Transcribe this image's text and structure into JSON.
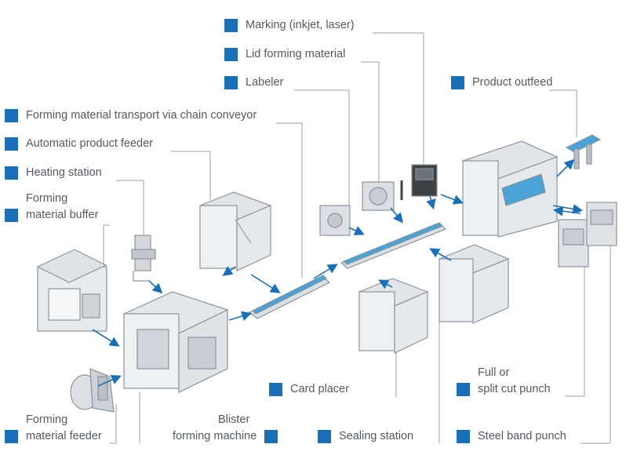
{
  "colors": {
    "accent": "#1a6fb7",
    "leader": "#9aa0a6",
    "text": "#555a60",
    "machine_frame": "#c9ced3",
    "flow_arrow": "#1a6fb7"
  },
  "labels": {
    "marking": "Marking (inkjet, laser)",
    "lid_forming_material": "Lid forming material",
    "labeler": "Labeler",
    "product_outfeed": "Product outfeed",
    "forming_material_transport": "Forming material transport via chain conveyor",
    "automatic_product_feeder": "Automatic product feeder",
    "heating_station": "Heating station",
    "forming_material_buffer": [
      "Forming",
      "material buffer"
    ],
    "card_placer": "Card placer",
    "full_or_split_cut_punch": [
      "Full or",
      "split cut punch"
    ],
    "forming_material_feeder": [
      "Forming",
      "material feeder"
    ],
    "blister_forming_machine": [
      "Blister",
      "forming machine"
    ],
    "sealing_station": "Sealing station",
    "steel_band_punch": "Steel band punch"
  },
  "icons": {
    "marker": "blue-square-icon"
  }
}
